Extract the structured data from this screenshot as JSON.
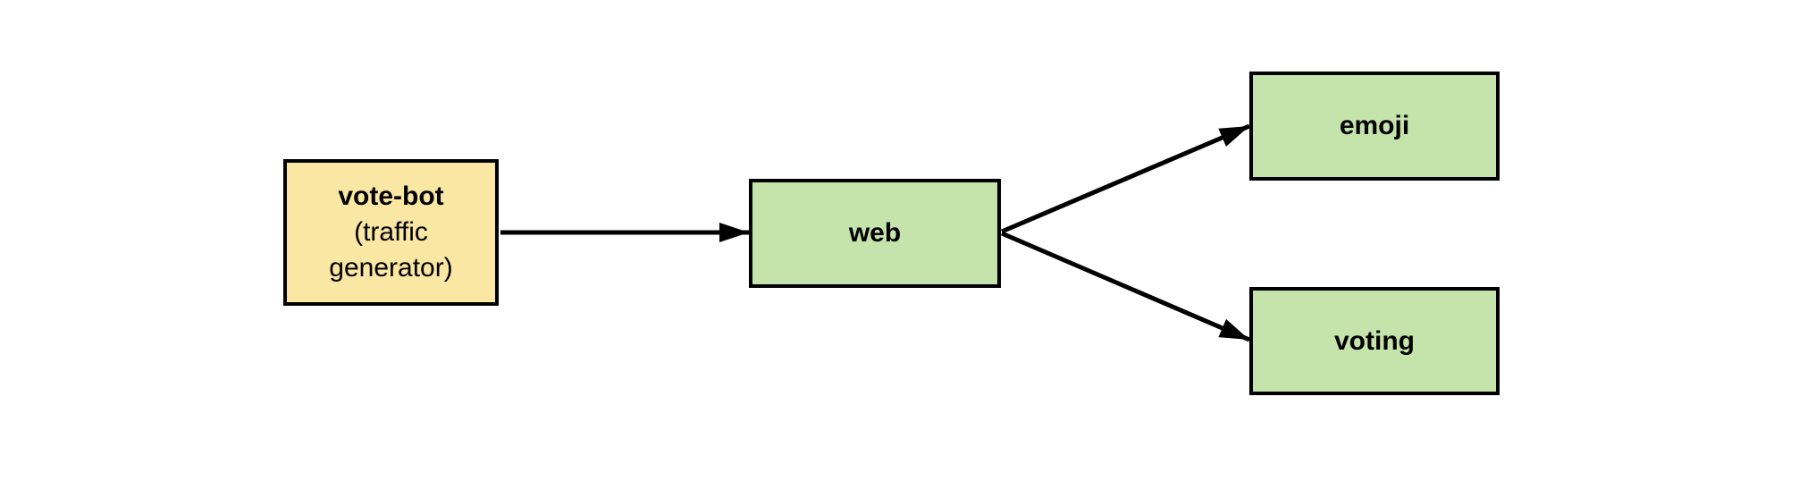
{
  "diagram": {
    "nodes": {
      "vote_bot": {
        "label": "vote-bot",
        "sublabel": "(traffic generator)",
        "fill": "#FAE7A3"
      },
      "web": {
        "label": "web",
        "fill": "#C5E4AC"
      },
      "emoji": {
        "label": "emoji",
        "fill": "#C5E4AC"
      },
      "voting": {
        "label": "voting",
        "fill": "#C5E4AC"
      }
    },
    "edges": [
      {
        "from": "vote-bot",
        "to": "web"
      },
      {
        "from": "web",
        "to": "emoji"
      },
      {
        "from": "web",
        "to": "voting"
      }
    ],
    "colors": {
      "background": "#FFFFFF",
      "node_border": "#000000",
      "arrow": "#000000",
      "text": "#000000"
    }
  }
}
